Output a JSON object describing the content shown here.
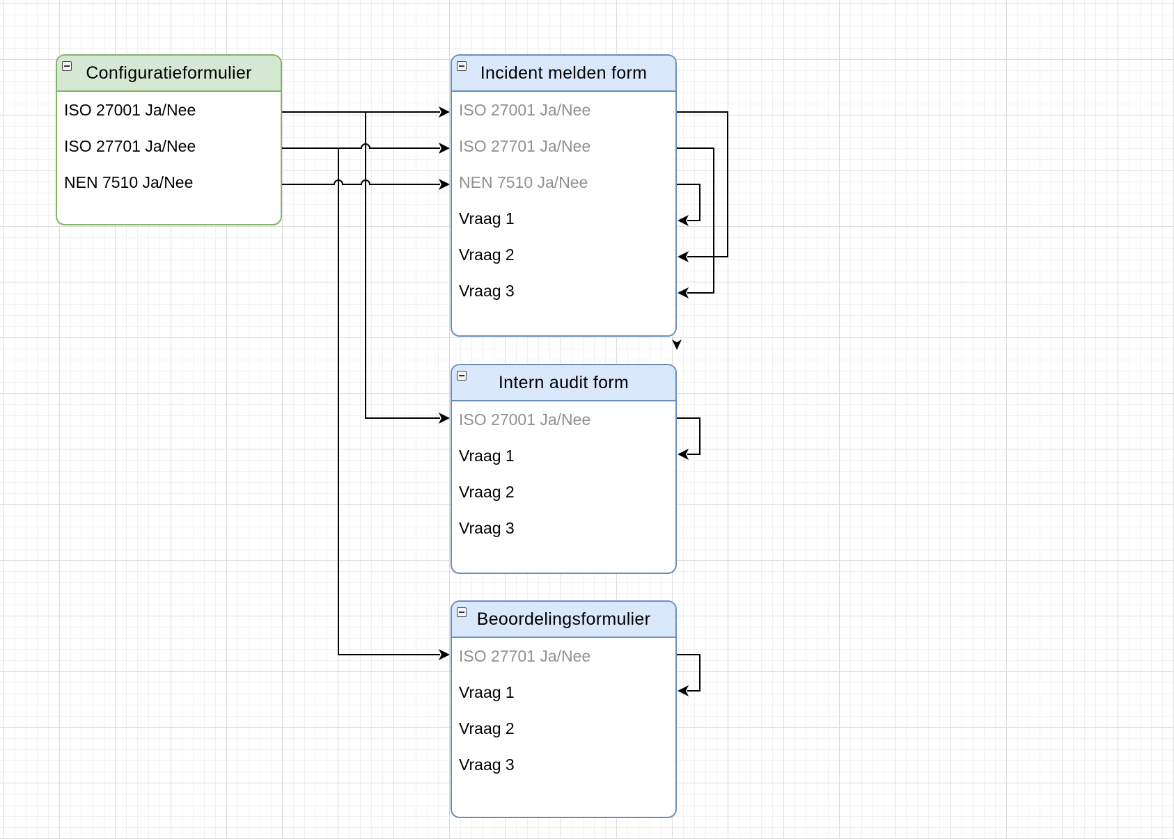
{
  "tables": [
    {
      "id": "config",
      "title": "Configuratieformulier",
      "theme": "green",
      "header_fill": "#d5e8d4",
      "border_color": "#82b366",
      "rows": [
        {
          "label": "ISO 27001 Ja/Nee",
          "muted": false
        },
        {
          "label": "ISO 27701 Ja/Nee",
          "muted": false
        },
        {
          "label": "NEN 7510 Ja/Nee",
          "muted": false
        }
      ]
    },
    {
      "id": "incident",
      "title": "Incident melden form",
      "theme": "blue",
      "header_fill": "#dae8fc",
      "border_color": "#6c8ebf",
      "rows": [
        {
          "label": "ISO 27001 Ja/Nee",
          "muted": true
        },
        {
          "label": "ISO 27701 Ja/Nee",
          "muted": true
        },
        {
          "label": "NEN 7510 Ja/Nee",
          "muted": true
        },
        {
          "label": "Vraag 1",
          "muted": false
        },
        {
          "label": "Vraag 2",
          "muted": false
        },
        {
          "label": "Vraag 3",
          "muted": false
        }
      ]
    },
    {
      "id": "audit",
      "title": "Intern audit form",
      "theme": "blue",
      "header_fill": "#dae8fc",
      "border_color": "#6c8ebf",
      "rows": [
        {
          "label": "ISO 27001 Ja/Nee",
          "muted": true
        },
        {
          "label": "Vraag 1",
          "muted": false
        },
        {
          "label": "Vraag 2",
          "muted": false
        },
        {
          "label": "Vraag 3",
          "muted": false
        }
      ]
    },
    {
      "id": "beoordeling",
      "title": "Beoordelingsformulier",
      "theme": "blue",
      "header_fill": "#dae8fc",
      "border_color": "#6c8ebf",
      "rows": [
        {
          "label": "ISO 27701 Ja/Nee",
          "muted": true
        },
        {
          "label": "Vraag 1",
          "muted": false
        },
        {
          "label": "Vraag 2",
          "muted": false
        },
        {
          "label": "Vraag 3",
          "muted": false
        }
      ]
    }
  ],
  "connections": [
    {
      "from": "config.ISO 27001 Ja/Nee",
      "to": "incident.ISO 27001 Ja/Nee"
    },
    {
      "from": "config.ISO 27001 Ja/Nee",
      "to": "audit.ISO 27001 Ja/Nee"
    },
    {
      "from": "config.ISO 27701 Ja/Nee",
      "to": "incident.ISO 27701 Ja/Nee"
    },
    {
      "from": "config.ISO 27701 Ja/Nee",
      "to": "beoordeling.ISO 27701 Ja/Nee"
    },
    {
      "from": "config.NEN 7510 Ja/Nee",
      "to": "incident.NEN 7510 Ja/Nee"
    },
    {
      "from": "incident.ISO 27001 Ja/Nee",
      "to": "incident.Vraag 2"
    },
    {
      "from": "incident.ISO 27701 Ja/Nee",
      "to": "incident.Vraag 3"
    },
    {
      "from": "incident.NEN 7510 Ja/Nee",
      "to": "incident.Vraag 1"
    },
    {
      "from": "audit.ISO 27001 Ja/Nee",
      "to": "audit.Vraag 1"
    },
    {
      "from": "beoordeling.ISO 27701 Ja/Nee",
      "to": "beoordeling.Vraag 1"
    }
  ],
  "grid": true,
  "edge_color": "#000000",
  "muted_text_color": "#909090"
}
